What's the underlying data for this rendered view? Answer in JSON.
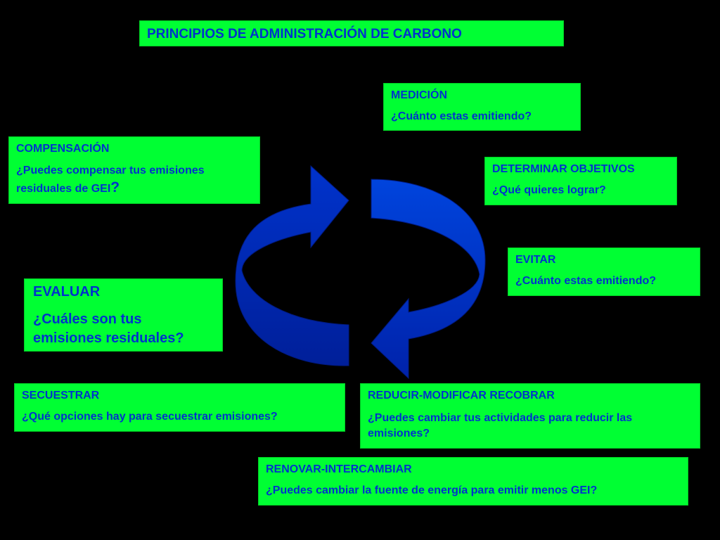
{
  "title": "PRINCIPIOS DE ADMINISTRACIÓN DE CARBONO",
  "boxes": {
    "medicion": {
      "heading": "MEDICIÓN",
      "question": "¿Cuánto estas emitiendo?"
    },
    "compensacion": {
      "heading": "COMPENSACIÓN",
      "question": "¿Puedes compensar tus emisiones residuales de GEI",
      "question_mark": "?"
    },
    "objetivos": {
      "heading": "DETERMINAR OBJETIVOS",
      "question": "¿Qué quieres lograr?"
    },
    "evitar": {
      "heading": "EVITAR",
      "question": "¿Cuánto estas emitiendo?"
    },
    "evaluar": {
      "heading": "EVALUAR",
      "question": "¿Cuáles son tus emisiones residuales?"
    },
    "secuestrar": {
      "heading": "SECUESTRAR",
      "question": "¿Qué opciones hay para secuestrar emisiones?"
    },
    "reducir": {
      "heading": "REDUCIR-MODIFICAR RECOBRAR",
      "question": "¿Puedes cambiar tus actividades para reducir las emisiones?"
    },
    "renovar": {
      "heading": "RENOVAR-INTERCAMBIAR",
      "question": "¿Puedes cambiar la fuente de energía para emitir menos GEI?"
    }
  },
  "colors": {
    "background": "#000000",
    "box_fill": "#00ff33",
    "text": "#0033cc",
    "arrow": "#0033cc",
    "arrow_dark": "#001f99"
  }
}
